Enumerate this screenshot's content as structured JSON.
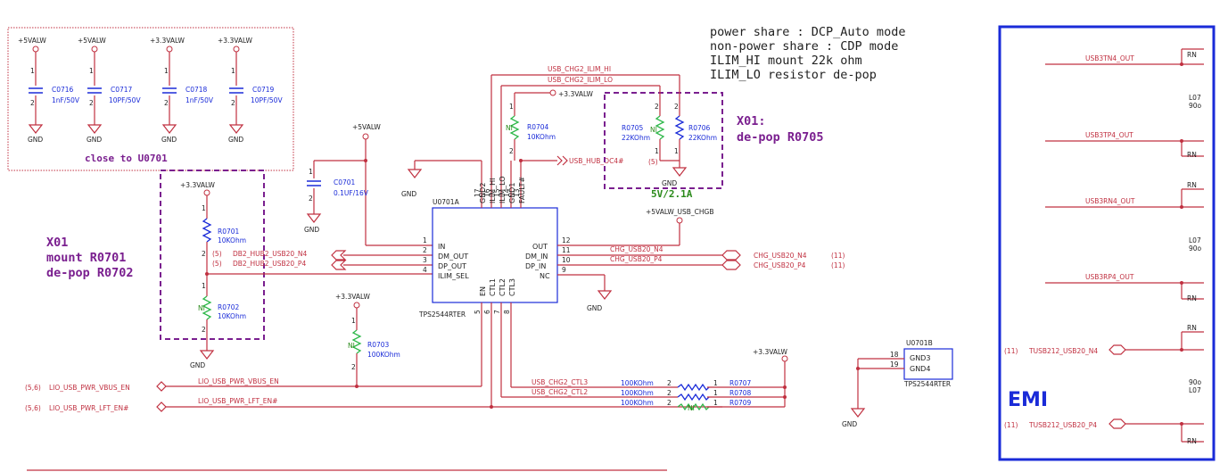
{
  "notes": {
    "line1": "power share : DCP_Auto mode",
    "line2": "non-power share : CDP mode",
    "line3": "ILIM_HI mount 22k ohm",
    "line4": "ILIM_LO resistor de-pop"
  },
  "annotations": {
    "close_to": "close to U0701",
    "x01_left_1": "X01",
    "x01_left_2": "mount R0701",
    "x01_left_3": "de-pop R0702",
    "x01_right_1": "X01:",
    "x01_right_2": "de-pop R0705",
    "current": "5V/2.1A",
    "emi": "EMI"
  },
  "caps": [
    {
      "rail": "+5VALW",
      "ref": "C0716",
      "value": "1nF/50V",
      "gnd": "GND",
      "p1": "1",
      "p2": "2"
    },
    {
      "rail": "+5VALW",
      "ref": "C0717",
      "value": "10PF/50V",
      "gnd": "GND",
      "p1": "1",
      "p2": "2"
    },
    {
      "rail": "+3.3VALW",
      "ref": "C0718",
      "value": "1nF/50V",
      "gnd": "GND",
      "p1": "1",
      "p2": "2"
    },
    {
      "rail": "+3.3VALW",
      "ref": "C0719",
      "value": "10PF/50V",
      "gnd": "GND",
      "p1": "1",
      "p2": "2"
    }
  ],
  "c0701": {
    "rail": "+5VALW",
    "ref": "C0701",
    "value": "0.1UF/16V",
    "gnd": "GND",
    "p1": "1",
    "p2": "2"
  },
  "r0701": {
    "rail": "+3.3VALW",
    "ref": "R0701",
    "value": "10KOhm",
    "p1": "1",
    "p2": "2"
  },
  "r0702": {
    "ref": "R0702",
    "value": "10KOhm",
    "ni": "NI",
    "gnd": "GND",
    "p1": "1",
    "p2": "2"
  },
  "r0703": {
    "rail": "+3.3VALW",
    "ref": "R0703",
    "value": "100KOhm",
    "ni": "NI",
    "p1": "1",
    "p2": "2"
  },
  "r0704": {
    "rail": "+3.3VALW",
    "ref": "R0704",
    "value": "10KOhm",
    "ni": "NI",
    "p1": "1",
    "p2": "2"
  },
  "r0705": {
    "ref": "R0705",
    "value": "22KOhm",
    "ni": "NI",
    "p1": "2",
    "p2": "1"
  },
  "r0706": {
    "ref": "R0706",
    "value": "22KOhm",
    "p1": "2",
    "p2": "1",
    "gnd": "GND",
    "sheet": "(5)"
  },
  "ic": {
    "ref": "U0701A",
    "part": "TPS2544RTER",
    "left_pins": [
      {
        "num": "1",
        "name": "IN"
      },
      {
        "num": "2",
        "name": "DM_OUT"
      },
      {
        "num": "3",
        "name": "DP_OUT"
      },
      {
        "num": "4",
        "name": "ILIM_SEL"
      }
    ],
    "right_pins": [
      {
        "num": "12",
        "name": "OUT"
      },
      {
        "num": "11",
        "name": "DM_IN"
      },
      {
        "num": "10",
        "name": "DP_IN"
      },
      {
        "num": "9",
        "name": "NC"
      }
    ],
    "top_pins": [
      {
        "num": "17",
        "name": "GND2"
      },
      {
        "num": "16",
        "name": "ILIM_HI"
      },
      {
        "num": "15",
        "name": "ILIM_LO"
      },
      {
        "num": "14",
        "name": "GND1"
      },
      {
        "num": "13",
        "name": "FAULT#"
      }
    ],
    "bottom_pins": [
      {
        "num": "5",
        "name": "EN"
      },
      {
        "num": "6",
        "name": "CTL1"
      },
      {
        "num": "7",
        "name": "CTL2"
      },
      {
        "num": "8",
        "name": "CTL3"
      }
    ]
  },
  "u0701b": {
    "ref": "U0701B",
    "part": "TPS2544RTER",
    "pins": [
      {
        "num": "18",
        "name": "GND3"
      },
      {
        "num": "19",
        "name": "GND4"
      }
    ],
    "gnd": "GND"
  },
  "nets": {
    "ilim_hi": "USB_CHG2_ILIM_HI",
    "ilim_lo": "USB_CHG2_ILIM_LO",
    "rail_top": "+3.3VALW",
    "hub_oc": "USB_HUB_OC4#",
    "hub_oc_sheet": "(5)",
    "db2_n4": "DB2_HUB2_USB20_N4",
    "db2_p4": "DB2_HUB2_USB20_P4",
    "db2_sheet": "(5)",
    "chg_n4": "CHG_USB20_N4",
    "chg_p4": "CHG_USB20_P4",
    "chg_sheet": "(11)",
    "out_rail": "+5VALW_USB_CHGB",
    "top_rail": "+5VALW",
    "top_gnd": "GND",
    "nc_gnd": "GND",
    "vbus_en": "LIO_USB_PWR_VBUS_EN",
    "lft_en": "LIO_USB_PWR_LFT_EN#",
    "sheet_56": "(5,6)",
    "ctl3": "USB_CHG2_CTL3",
    "ctl2": "USB_CHG2_CTL2"
  },
  "bottom_res": [
    {
      "value": "100KOhm",
      "p1": "2",
      "p2": "1",
      "ref": "R0707"
    },
    {
      "value": "100KOhm",
      "p1": "2",
      "p2": "1",
      "ref": "R0708"
    },
    {
      "value": "100KOhm",
      "p1": "2",
      "p2": "1",
      "ref": "R0709",
      "ni": "NI"
    }
  ],
  "bottom_rail": "+3.3VALW",
  "right_panel": {
    "nets": [
      "USB3TN4_OUT",
      "USB3TP4_OUT",
      "USB3RN4_OUT",
      "USB3RP4_OUT"
    ],
    "rn": "RN",
    "l1": "L07",
    "l1v": "90o",
    "tusb_n4": "TUSB212_USB20_N4",
    "tusb_p4": "TUSB212_USB20_P4",
    "tusb_sheet": "(11)",
    "mid_v1": "90o",
    "mid_v2": "L07"
  }
}
